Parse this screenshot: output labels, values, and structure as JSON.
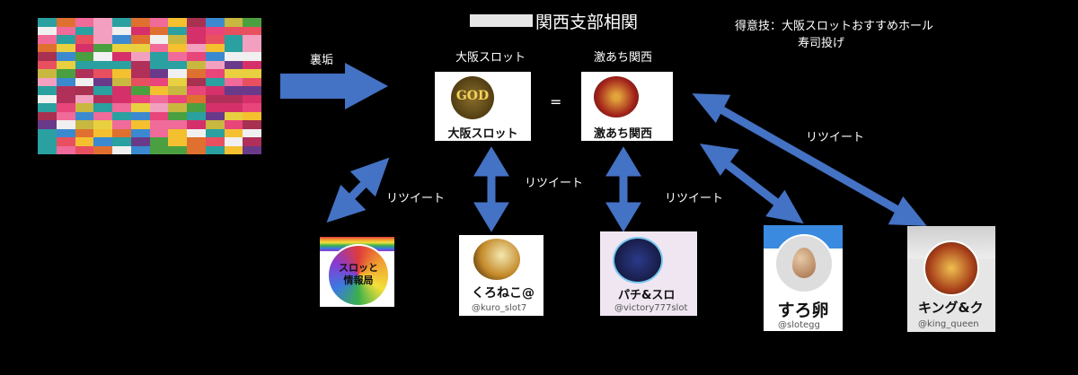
{
  "title": "関西支部相関",
  "top_right": {
    "line1": "得意技：大阪スロットおすすめホール",
    "line2": "寿司投げ"
  },
  "labels": {
    "arrow_main": "裏垢",
    "retweet_1": "リツイート",
    "retweet_2": "リツイート",
    "retweet_3": "リツイート",
    "retweet_4": "リツイート",
    "equals": "="
  },
  "accounts": {
    "osaka": {
      "header": "大阪スロット",
      "name": "大阪スロット",
      "logo_text": "GOD"
    },
    "gekiachi": {
      "header": "激あち関西",
      "name": "激あち関西",
      "logo_text": ""
    },
    "slot_joho": {
      "logo_text": "スロッと情報局"
    },
    "kuro": {
      "name": "くろねこ@",
      "handle": "@kuro_slot7"
    },
    "victory": {
      "name": "パチ&スロ",
      "handle": "@victory777slot"
    },
    "suro": {
      "name": "すろ卵",
      "handle": "@slotegg"
    },
    "king": {
      "name": "キング&ク",
      "handle": "@king_queen"
    }
  },
  "colors": {
    "arrow": "#4472c4",
    "background": "#000000"
  }
}
